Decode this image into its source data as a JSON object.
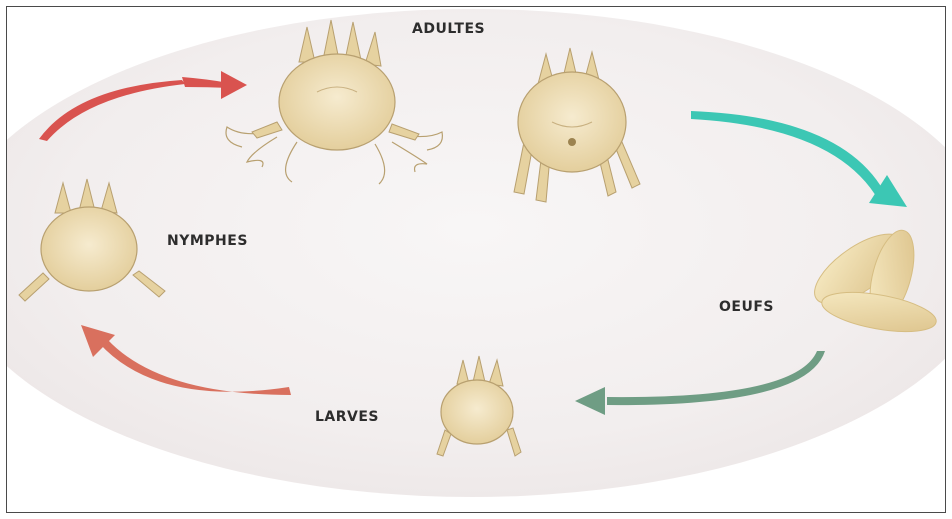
{
  "stages": {
    "adultes": "ADULTES",
    "nymphes": "NYMPHES",
    "oeufs": "OEUFS",
    "larves": "LARVES"
  },
  "colors": {
    "arrow_red": "#d9534f",
    "arrow_teal": "#3cc7b4",
    "arrow_green": "#6f9d84",
    "arrow_salmon": "#d9705e",
    "mite_body": "#ecdcb4",
    "mite_outline": "#b8a070",
    "egg": "#efdca6"
  },
  "icons": [
    "mite-adult-icon",
    "mite-nymph-icon",
    "mite-larva-icon",
    "egg-icon"
  ]
}
